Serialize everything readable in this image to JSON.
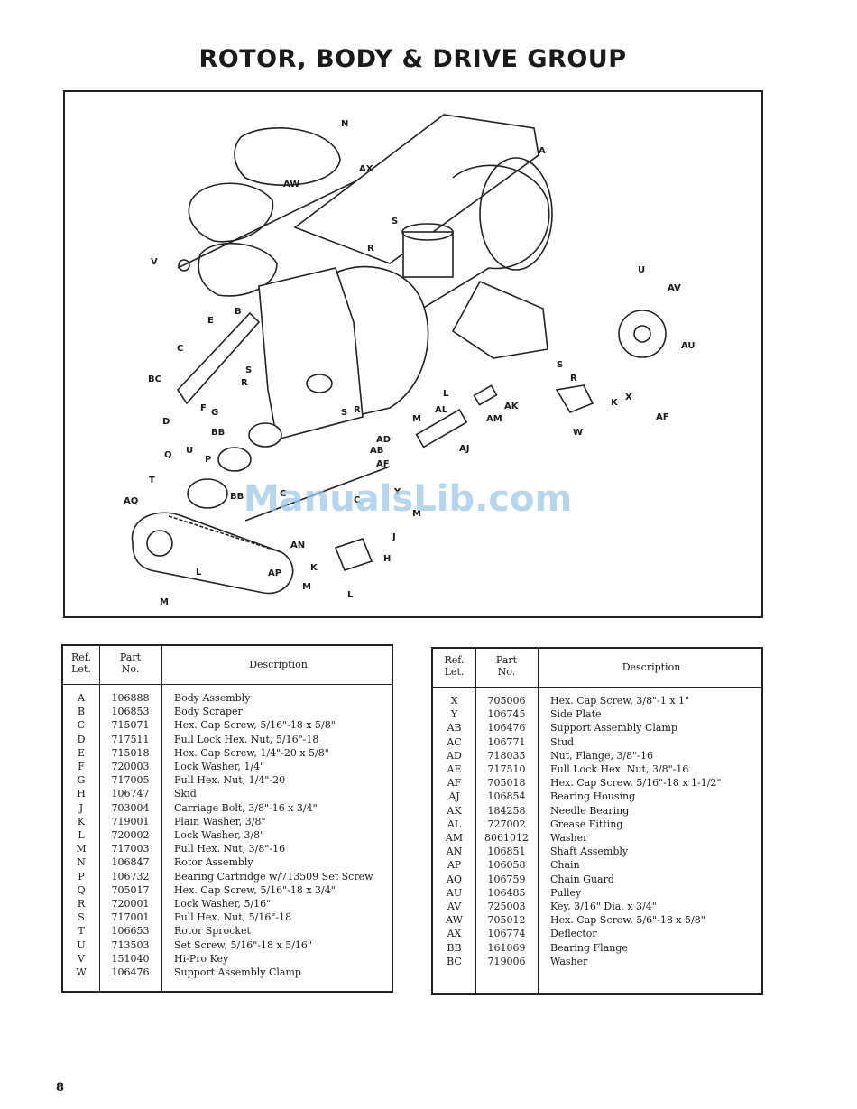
{
  "title": "ROTOR, BODY & DRIVE GROUP",
  "watermark": "ManualsLib.com",
  "page_number": "8",
  "diagram_callouts": {
    "n": "N",
    "a": "A",
    "ax": "AX",
    "aw": "AW",
    "v": "V",
    "s1": "S",
    "r1": "R",
    "u1": "U",
    "av": "AV",
    "au": "AU",
    "e": "E",
    "b": "B",
    "c1": "C",
    "bc": "BC",
    "s2": "S",
    "r2": "R",
    "l1": "L",
    "f": "F",
    "g": "G",
    "d": "D",
    "s3": "S",
    "r3": "R",
    "x": "X",
    "k1": "K",
    "ak": "AK",
    "am": "AM",
    "m1": "M",
    "al": "AL",
    "w": "W",
    "af1": "AF",
    "bb1": "BB",
    "s4": "S",
    "r4": "R",
    "ad": "AD",
    "ab": "AB",
    "af2": "AF",
    "aj": "AJ",
    "q": "Q",
    "u2": "U",
    "p": "P",
    "t": "T",
    "aq": "AQ",
    "bb2": "BB",
    "c2": "C",
    "c3": "C",
    "y": "Y",
    "m2": "M",
    "an": "AN",
    "j": "J",
    "h": "H",
    "k2": "K",
    "ap": "AP",
    "l2": "L",
    "m3": "M",
    "l3": "L",
    "m4": "M"
  },
  "table_headers": {
    "ref": [
      "Ref.",
      "Let."
    ],
    "part": [
      "Part",
      "No."
    ],
    "desc": "Description"
  },
  "left_rows": [
    [
      "A",
      "106888",
      "Body Assembly"
    ],
    [
      "B",
      "106853",
      "Body Scraper"
    ],
    [
      "C",
      "715071",
      "Hex. Cap Screw, 5/16\"-18 x 5/8\""
    ],
    [
      "D",
      "717511",
      "Full Lock Hex. Nut, 5/16\"-18"
    ],
    [
      "E",
      "715018",
      "Hex. Cap Screw, 1/4\"-20 x 5/8\""
    ],
    [
      "F",
      "720003",
      "Lock Washer, 1/4\""
    ],
    [
      "G",
      "717005",
      "Full Hex. Nut, 1/4\"-20"
    ],
    [
      "H",
      "106747",
      "Skid"
    ],
    [
      "J",
      "703004",
      "Carriage Bolt, 3/8\"-16 x 3/4\""
    ],
    [
      "K",
      "719001",
      "Plain Washer, 3/8\""
    ],
    [
      "L",
      "720002",
      "Lock Washer, 3/8\""
    ],
    [
      "M",
      "717003",
      "Full Hex. Nut, 3/8\"-16"
    ],
    [
      "N",
      "106847",
      "Rotor Assembly"
    ],
    [
      "P",
      "106732",
      "Bearing Cartridge w/713509 Set Screw"
    ],
    [
      "Q",
      "705017",
      "Hex. Cap Screw, 5/16\"-18 x 3/4\""
    ],
    [
      "R",
      "720001",
      "Lock Washer, 5/16\""
    ],
    [
      "S",
      "717001",
      "Full Hex. Nut, 5/16\"-18"
    ],
    [
      "T",
      "106653",
      "Rotor Sprocket"
    ],
    [
      "U",
      "713503",
      "Set Screw, 5/16\"-18 x 5/16\""
    ],
    [
      "V",
      "151040",
      "Hi-Pro Key"
    ],
    [
      "W",
      "106476",
      "Support Assembly Clamp"
    ]
  ],
  "right_rows": [
    [
      "X",
      "705006",
      "Hex. Cap Screw, 3/8\"-1 x 1\""
    ],
    [
      "Y",
      "106745",
      "Side Plate"
    ],
    [
      "AB",
      "106476",
      "Support Assembly Clamp"
    ],
    [
      "AC",
      "106771",
      "Stud"
    ],
    [
      "AD",
      "718035",
      "Nut, Flange, 3/8\"-16"
    ],
    [
      "AE",
      "717510",
      "Full Lock Hex. Nut, 3/8\"-16"
    ],
    [
      "AF",
      "705018",
      "Hex. Cap Screw, 5/16\"-18 x 1-1/2\""
    ],
    [
      "AJ",
      "106854",
      "Bearing Housing"
    ],
    [
      "AK",
      "184258",
      "Needle Bearing"
    ],
    [
      "AL",
      "727002",
      "Grease Fitting"
    ],
    [
      "AM",
      "8061012",
      "Washer"
    ],
    [
      "AN",
      "106851",
      "Shaft Assembly"
    ],
    [
      "AP",
      "106058",
      "Chain"
    ],
    [
      "AQ",
      "106759",
      "Chain Guard"
    ],
    [
      "AU",
      "106485",
      "Pulley"
    ],
    [
      "AV",
      "725003",
      "Key, 3/16\" Dia. x 3/4\""
    ],
    [
      "AW",
      "705012",
      "Hex. Cap Screw, 5/6\"-18 x 5/8\""
    ],
    [
      "AX",
      "106774",
      "Deflector"
    ],
    [
      "BB",
      "161069",
      "Bearing Flange"
    ],
    [
      "BC",
      "719006",
      "Washer"
    ]
  ]
}
